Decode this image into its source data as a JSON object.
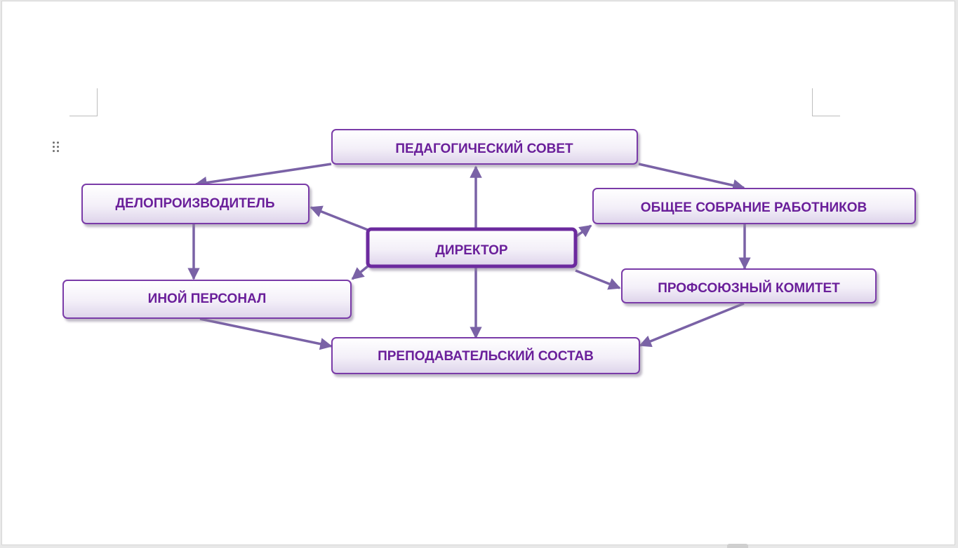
{
  "diagram": {
    "nodes": {
      "ped_sovet": "ПЕДАГОГИЧЕСКИЙ СОВЕТ",
      "deloproizvoditel": "ДЕЛОПРОИЗВОДИТЕЛЬ",
      "obshchee_sobranie": "ОБЩЕЕ СОБРАНИЕ РАБОТНИКОВ",
      "direktor": "ДИРЕКТОР",
      "inoy_personal": "ИНОЙ ПЕРСОНАЛ",
      "profsoyuz": "ПРОФСОЮЗНЫЙ КОМИТЕТ",
      "prepod_sostav": "ПРЕПОДАВАТЕЛЬСКИЙ СОСТАВ"
    },
    "edges": [
      {
        "from": "direktor",
        "to": "ped_sovet"
      },
      {
        "from": "direktor",
        "to": "deloproizvoditel"
      },
      {
        "from": "direktor",
        "to": "obshchee_sobranie"
      },
      {
        "from": "direktor",
        "to": "inoy_personal"
      },
      {
        "from": "direktor",
        "to": "profsoyuz"
      },
      {
        "from": "direktor",
        "to": "prepod_sostav"
      },
      {
        "from": "ped_sovet",
        "to": "deloproizvoditel"
      },
      {
        "from": "ped_sovet",
        "to": "obshchee_sobranie"
      },
      {
        "from": "deloproizvoditel",
        "to": "inoy_personal"
      },
      {
        "from": "obshchee_sobranie",
        "to": "profsoyuz"
      },
      {
        "from": "inoy_personal",
        "to": "prepod_sostav"
      },
      {
        "from": "profsoyuz",
        "to": "prepod_sostav"
      }
    ],
    "colors": {
      "border": "#7a3aa8",
      "text": "#6a1f9a",
      "arrow": "#7a62a6",
      "fill_top": "#ffffff",
      "fill_bottom": "#e4dcef"
    }
  }
}
